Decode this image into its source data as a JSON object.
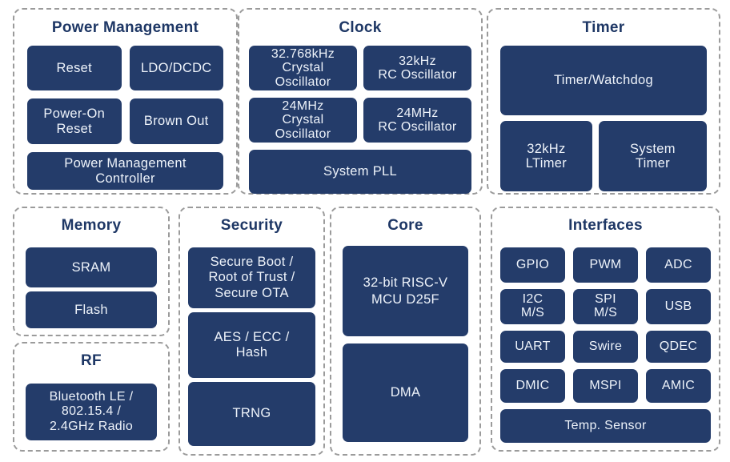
{
  "colors": {
    "block_fill": "#243c6a",
    "block_text": "#eef3fa",
    "title_text": "#1e3765",
    "group_border": "#9b9b9b",
    "background": "#ffffff"
  },
  "groups": {
    "power_management": {
      "title": "Power Management",
      "blocks": {
        "reset": "Reset",
        "ldo_dcdc": "LDO/DCDC",
        "power_on_reset": "Power-On\nReset",
        "brown_out": "Brown Out",
        "power_management_controller": "Power Management\nController"
      }
    },
    "clock": {
      "title": "Clock",
      "blocks": {
        "crystal_32768khz": "32.768kHz\nCrystal\nOscillator",
        "rc_32khz": "32kHz\nRC Oscillator",
        "crystal_24mhz": "24MHz\nCrystal\nOscillator",
        "rc_24mhz": "24MHz\nRC Oscillator",
        "system_pll": "System PLL"
      }
    },
    "timer": {
      "title": "Timer",
      "blocks": {
        "timer_watchdog": "Timer/Watchdog",
        "ltimer_32khz": "32kHz\nLTimer",
        "system_timer": "System\nTimer"
      }
    },
    "memory": {
      "title": "Memory",
      "blocks": {
        "sram": "SRAM",
        "flash": "Flash"
      }
    },
    "rf": {
      "title": "RF",
      "blocks": {
        "radio": "Bluetooth LE /\n802.15.4 /\n2.4GHz Radio"
      }
    },
    "security": {
      "title": "Security",
      "blocks": {
        "secure_boot": "Secure Boot /\nRoot of Trust /\nSecure OTA",
        "aes_ecc_hash": "AES / ECC /\nHash",
        "trng": "TRNG"
      }
    },
    "core": {
      "title": "Core",
      "blocks": {
        "cpu": "32-bit RISC-V\nMCU D25F",
        "dma": "DMA"
      }
    },
    "interfaces": {
      "title": "Interfaces",
      "blocks": {
        "gpio": "GPIO",
        "pwm": "PWM",
        "adc": "ADC",
        "i2c_ms": "I2C\nM/S",
        "spi_ms": "SPI\nM/S",
        "usb": "USB",
        "uart": "UART",
        "swire": "Swire",
        "qdec": "QDEC",
        "dmic": "DMIC",
        "mspi": "MSPI",
        "amic": "AMIC",
        "temp_sensor": "Temp. Sensor"
      }
    }
  }
}
